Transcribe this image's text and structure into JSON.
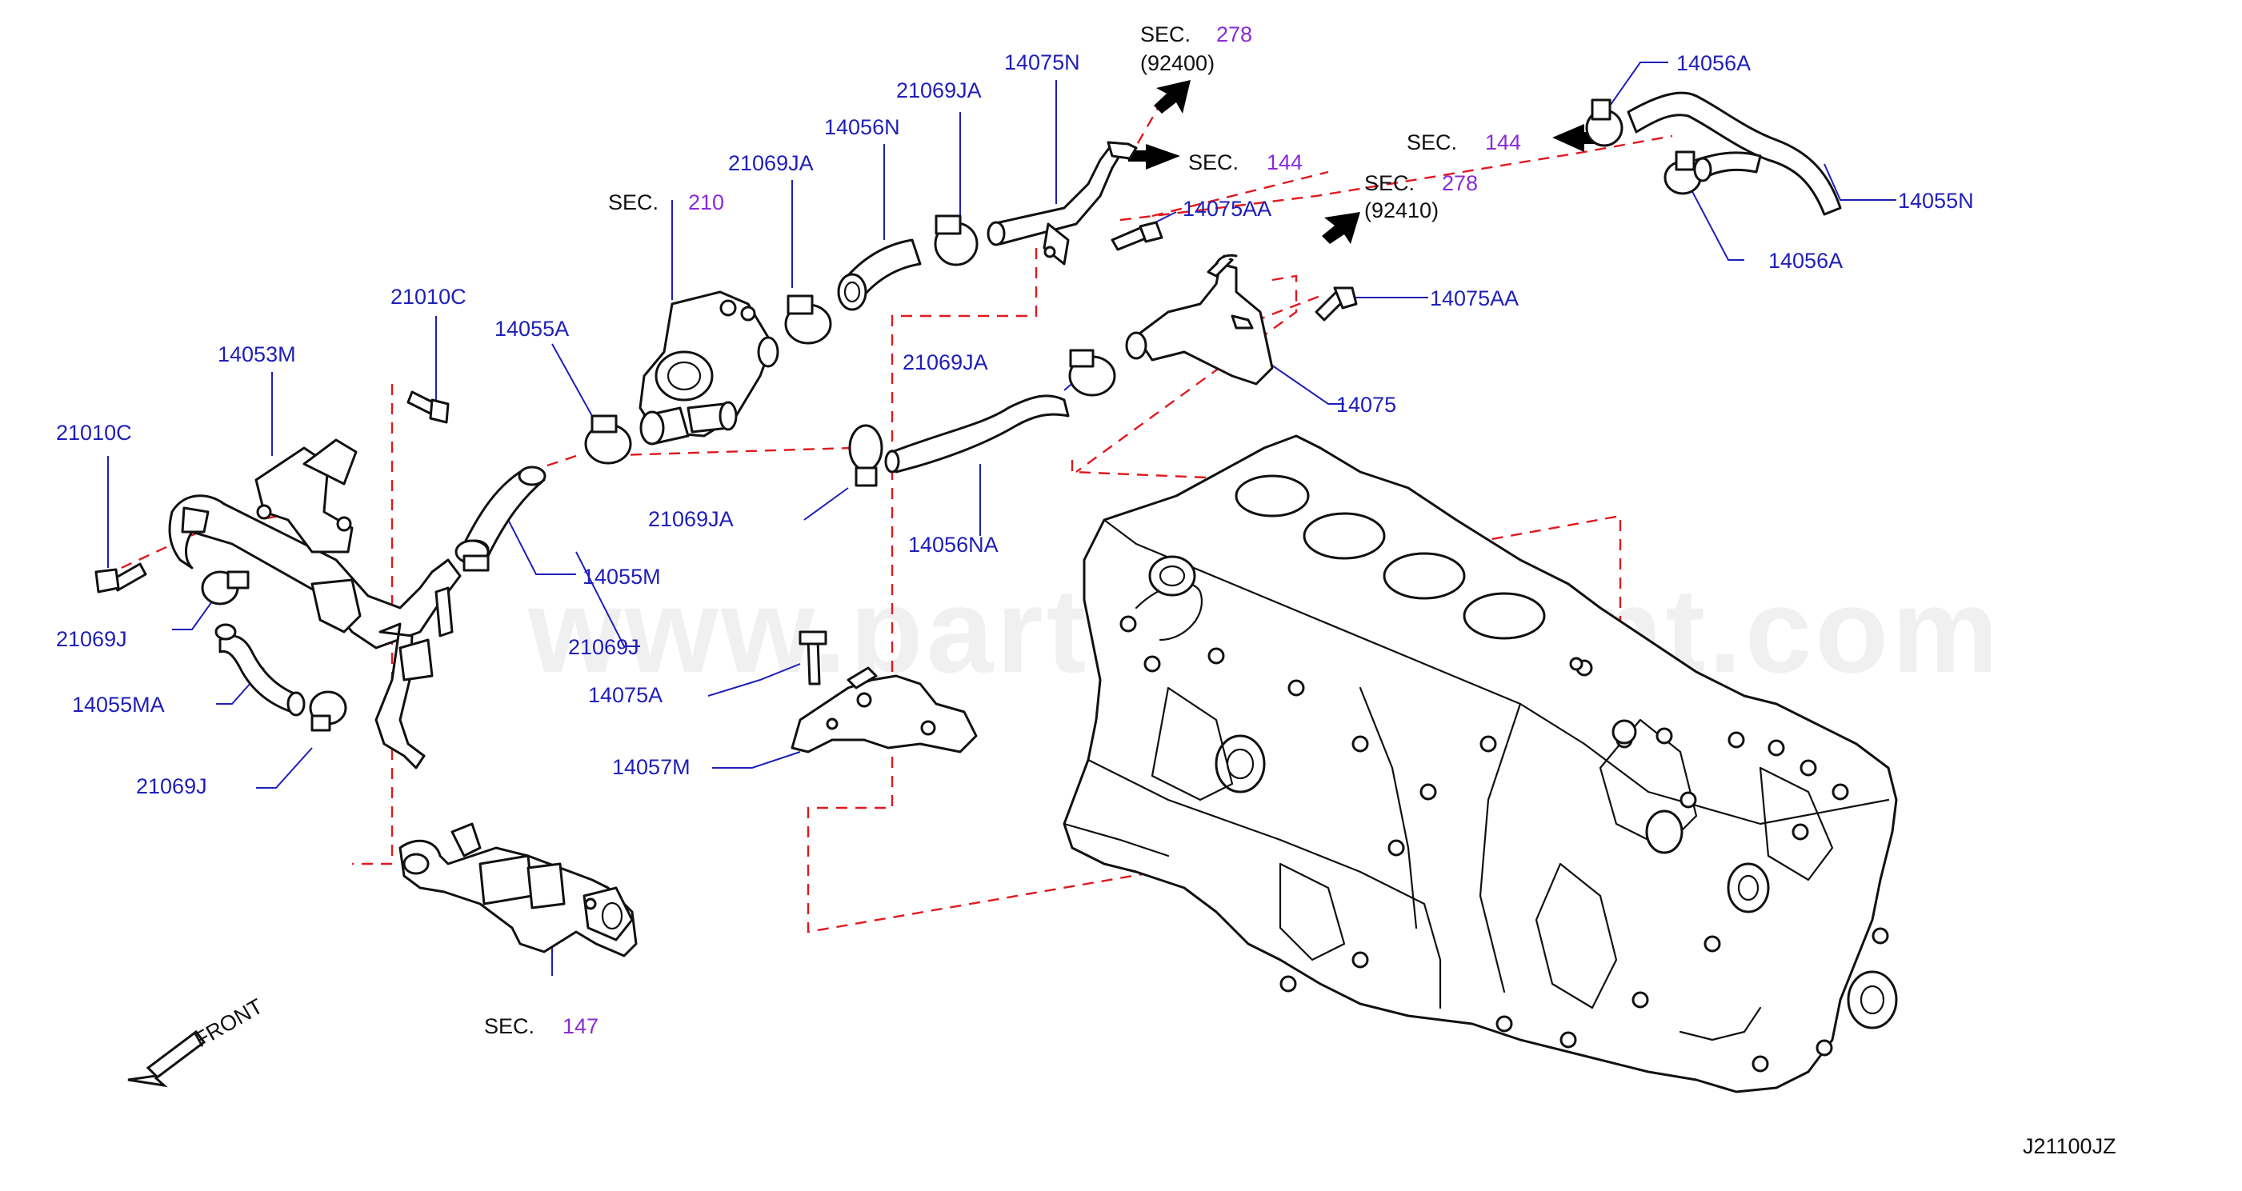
{
  "watermark": "www.partsassistant.com",
  "diagram_code": "J21100JZ",
  "front_label": "FRONT",
  "sections": {
    "sec_label": "SEC.",
    "sec210": "210",
    "sec278a": "278",
    "sec278a_sub": "(92400)",
    "sec144a": "144",
    "sec278b": "278",
    "sec278b_sub": "(92410)",
    "sec144b": "144",
    "sec147": "147"
  },
  "parts": {
    "p14075N": "14075N",
    "p21069JA_top": "21069JA",
    "p14056N": "14056N",
    "p21069JA_left": "21069JA",
    "p14075AA_top": "14075AA",
    "p14056A_top": "14056A",
    "p14055N": "14055N",
    "p14056A_bottom": "14056A",
    "p14075AA_mid": "14075AA",
    "p21010C_top": "21010C",
    "p14053M": "14053M",
    "p14055A": "14055A",
    "p21069JA_mid": "21069JA",
    "p14075": "14075",
    "p21010C_left": "21010C",
    "p21069JA_low": "21069JA",
    "p14056NA": "14056NA",
    "p14055M": "14055M",
    "p21069J_mid": "21069J",
    "p21069J_left": "21069J",
    "p14055MA": "14055MA",
    "p14075A": "14075A",
    "p14057M": "14057M",
    "p21069J_low": "21069J"
  },
  "colors": {
    "part_number": "#1f1fb8",
    "section_number": "#8a2bd6",
    "dashed_guide": "#e0191e",
    "outline": "#111111"
  }
}
